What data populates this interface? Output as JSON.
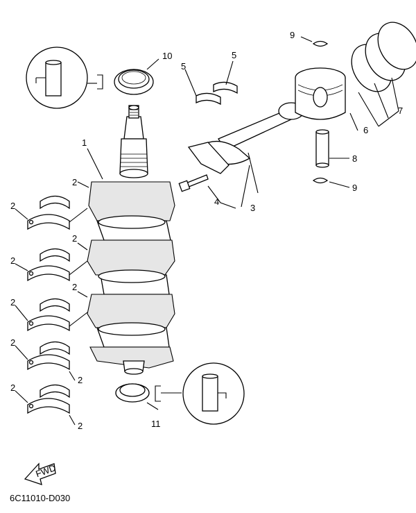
{
  "diagram": {
    "code": "6C11010-D030",
    "fwd_label": "FWD",
    "callouts": {
      "crankshaft": "1",
      "main_bearing": "2",
      "connecting_rod": "3",
      "bolt": "4",
      "rod_bearing": "5",
      "piston": "6",
      "piston_ring_set": "7",
      "piston_pin": "8",
      "circlip": "9",
      "oil_seal_top": "10",
      "oil_seal_bottom": "11"
    }
  }
}
